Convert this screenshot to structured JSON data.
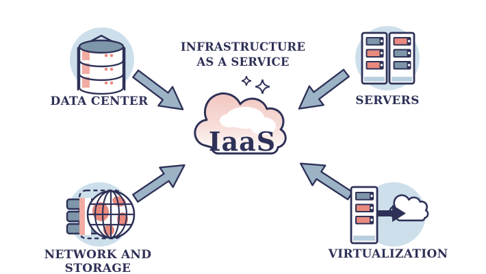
{
  "title": {
    "line1": "INFRASTRUCTURE",
    "line2": "AS A SERVICE"
  },
  "cloud": {
    "label": "IaaS"
  },
  "nodes": {
    "data_center": {
      "label": "DATA CENTER"
    },
    "servers": {
      "label": "SERVERS"
    },
    "network_storage": {
      "label": "NETWORK AND STORAGE"
    },
    "virtualization": {
      "label": "VIRTUALIZATION"
    }
  },
  "icons": [
    "database-stack-icon",
    "server-racks-icon",
    "globe-storage-icon",
    "server-to-cloud-icon",
    "cloud-icon",
    "sparkle-icon",
    "arrow-icon"
  ],
  "colors": {
    "navy": "#2e3157",
    "steel_arrow": "#9cb3c6",
    "circle_bg": "#cddfeb",
    "salmon": "#e98a7f",
    "salmon_light": "#f2aca3",
    "slate": "#7e96a9",
    "base_blue": "#b9cfdf",
    "cloud_pink": "#f2c6c0",
    "white": "#ffffff"
  }
}
